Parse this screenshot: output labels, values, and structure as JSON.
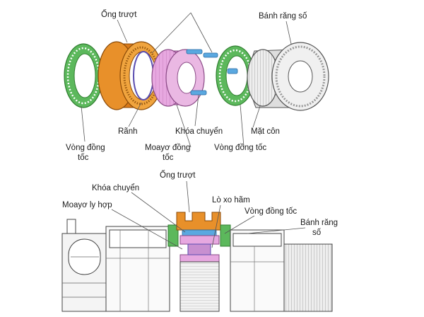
{
  "top_labels": {
    "ong_truot": "Ống trượt",
    "banh_rang_so": "Bánh răng số",
    "ranh": "Rãnh",
    "khoa_chuyen": "Khóa chuyển",
    "mat_con": "Mặt côn",
    "vong_dong_toc_left_1": "Vòng đồng",
    "vong_dong_toc_left_2": "tốc",
    "moayo_dong_toc_1": "Moayơ đồng",
    "moayo_dong_toc_2": "tốc",
    "vong_dong_toc_right": "Vòng đồng tốc"
  },
  "bottom_labels": {
    "ong_truot": "Ống trượt",
    "khoa_chuyen": "Khóa chuyển",
    "lo_xo_ham": "Lò xo hãm",
    "moayo_ly_hop": "Moayơ ly hợp",
    "vong_dong_toc": "Vòng đồng tốc",
    "banh_rang_so_1": "Bánh răng",
    "banh_rang_so_2": "số"
  },
  "colors": {
    "synchro_ring": "#5cb85c",
    "sleeve": "#e8902a",
    "hub": "#e7a8e0",
    "key": "#5aa8e0",
    "spring": "#5a4db0",
    "gear": "#e6e6e6"
  }
}
